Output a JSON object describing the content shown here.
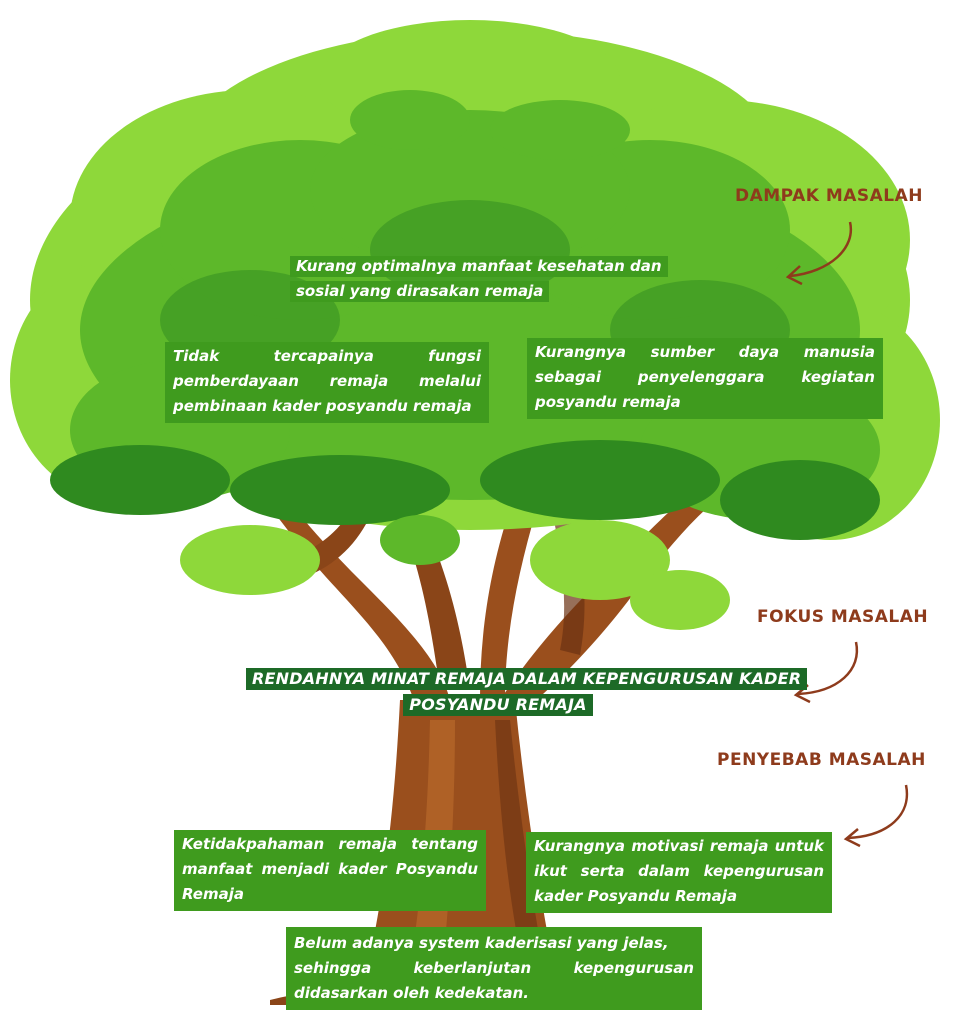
{
  "labels": {
    "impact": "DAMPAK MASALAH",
    "focus": "FOKUS MASALAH",
    "cause": "PENYEBAB MASALAH"
  },
  "impacts": {
    "top": [
      "Kurang optimalnya manfaat kesehatan dan",
      "sosial yang dirasakan remaja"
    ],
    "left": [
      "Tidak tercapainya fungsi",
      "pemberdayaan remaja melalui",
      "pembinaan kader posyandu remaja"
    ],
    "right": [
      "Kurangnya sumber daya manusia",
      "sebagai penyelenggara kegiatan",
      "posyandu remaja"
    ]
  },
  "focus": [
    "RENDAHNYA MINAT REMAJA DALAM KEPENGURUSAN KADER",
    "POSYANDU REMAJA"
  ],
  "causes": {
    "left": [
      "Ketidakpahaman remaja tentang",
      "manfaat menjadi kader Posyandu",
      "Remaja"
    ],
    "right": [
      "Kurangnya motivasi remaja untuk",
      "ikut serta dalam kepengurusan",
      "kader Posyandu Remaja"
    ],
    "bottom": [
      "Belum adanya system kaderisasi yang jelas,",
      "sehingga keberlanjutan kepengurusan",
      "didasarkan oleh kedekatan."
    ]
  },
  "colors": {
    "foliage_light": "#8ed83a",
    "foliage_mid": "#5db82a",
    "foliage_dark": "#2f8a1f",
    "trunk": "#9a4f1d",
    "trunk_dark": "#6b3212",
    "box_light": "#3f9b1e",
    "box_dark": "#1d6a27",
    "label": "#8e3b1c"
  }
}
